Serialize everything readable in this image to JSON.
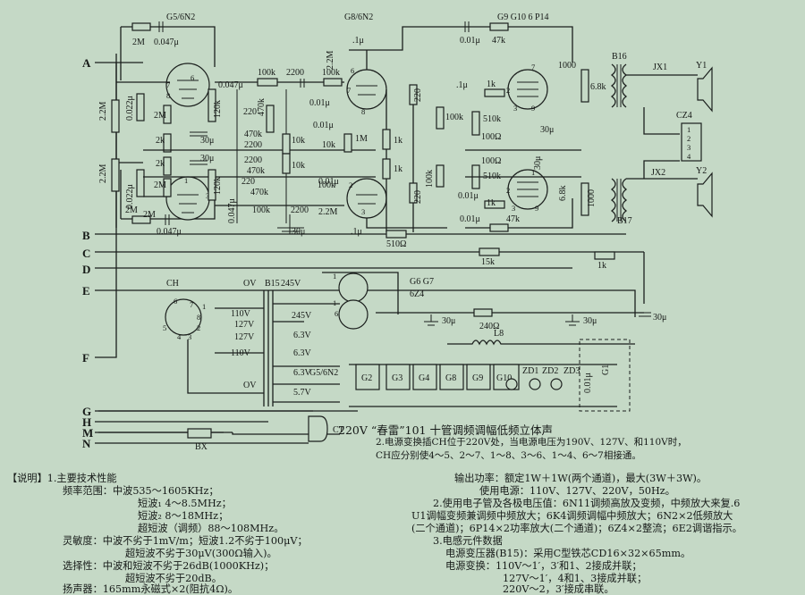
{
  "tubes": {
    "g5": "G5/6N2",
    "g8": "G8/6N2",
    "g9": "G9 G10 6 P14",
    "g67": "G6 G7",
    "z4": "6Z4",
    "ch": "CH"
  },
  "terminals": [
    "A",
    "B",
    "C",
    "D",
    "E",
    "F",
    "G",
    "H",
    "M",
    "N"
  ],
  "components": {
    "r2m": "2M",
    "r2_2m": "2.2M",
    "r1m": "1M",
    "r1k": "1k",
    "r2k": "2k",
    "r120k": "120k",
    "r100k": "100k",
    "r470k": "470k",
    "r10k": "10k",
    "r510k": "510k",
    "r47k": "47k",
    "r6_8k": "6.8k",
    "r15k": "15k",
    "r510": "510Ω",
    "r240": "240Ω",
    "r100": "100Ω",
    "r1000": "1000",
    "c047": "0.047μ",
    "c022": "0.022μ",
    "c01": "0.01μ",
    "c_1": ".1μ",
    "c2200": "2200",
    "c220": "220",
    "c30": "30μ",
    "c1000": "1000",
    "b16": "B16",
    "b17": "B17",
    "b15": "B15",
    "jx1": "JX1",
    "jx2": "JX2",
    "cz4": "CZ4",
    "y1": "Y1",
    "y2": "Y2",
    "l8": "L8",
    "g1": "G1",
    "v245": "245V",
    "v110": "110V",
    "v127": "127V",
    "v6_3": "6.3V",
    "v5_7": "5.7V",
    "ov": "OV",
    "v220": "220V",
    "ct": "CT",
    "bx": "BX",
    "n20": "20",
    "n2": "2"
  },
  "strip": [
    "G2",
    "G3",
    "G4",
    "G8",
    "G9",
    "G10",
    "ZD1",
    "ZD2",
    "ZD3"
  ],
  "title": {
    "prefix": "220V",
    "brand": "“春雷”101",
    "desc": "十管调频调幅低频立体声"
  },
  "footnote": {
    "line1": "2.电源变换插CH位于220V处，当电源电压为190V、127V、和110V时，",
    "line2": "CH应分别使4～5、2～7、1～8、3～6、1～4、6～7相接通。"
  },
  "notes": {
    "left": [
      "【说明】1.主要技术性能",
      "频率范围：中波535～1605KHz；",
      "短波₁ 4～8.5MHz；",
      "短波₂ 8～18MHz；",
      "超短波（调频）88～108MHz。",
      "灵敏度：中波不劣于1mV/m；短波1.2不劣于100μV；",
      "超短波不劣于30μV(300Ω输入)。",
      "选择性：中波和短波不劣于26dB(1000KHz)；",
      "超短波不劣于20dB。",
      "扬声器：165mm永磁式×2(阻抗4Ω)。"
    ],
    "right": [
      "输出功率：额定1W＋1W(两个通道)，最大(3W＋3W)。",
      "使用电源：110V、127V、220V，50Hz。",
      "2.使用电子管及各极电压值：6N11调频高放及变频，中频放大来复.6",
      "U1调幅变频兼调频中频放大；6K4调频调幅中频放大；6N2×2低频放大",
      "(二个通道)；6P14×2功率放大(二个通道)；6Z4×2整流；6E2调谐指示。",
      "3.电感元件数据",
      "电源变压器(B15)：采用C型铁芯CD16×32×65mm。",
      "电源变换：110V～1′，3′和1、2接成并联；",
      "127V～1′，4和1、3接成并联；",
      "220V～2，3′接成串联。"
    ]
  }
}
